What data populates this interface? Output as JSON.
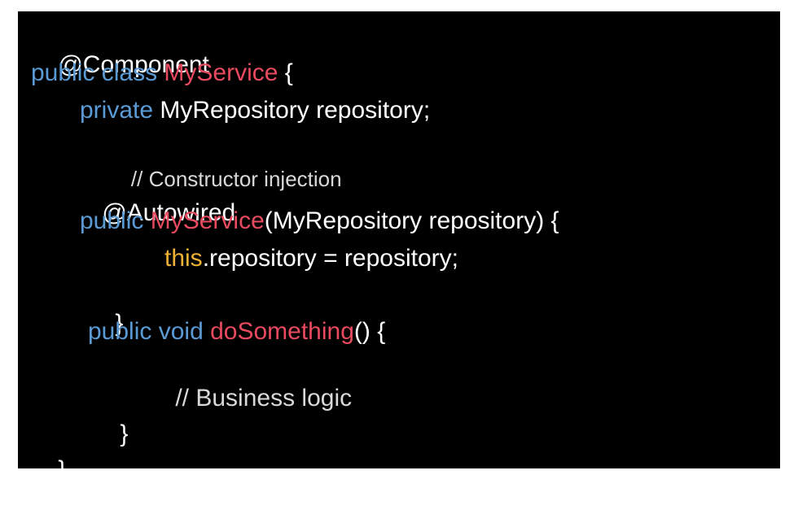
{
  "code": {
    "line1": {
      "annotation": "@Component"
    },
    "line2": {
      "kw": "public class",
      "name": "MyService",
      "rest": "{"
    },
    "line3": {
      "kw": "private",
      "rest": "MyRepository repository;"
    },
    "line4": {
      "comment": "// Constructor injection"
    },
    "line5": {
      "annotation": "@Autowired"
    },
    "line6": {
      "kw": "public",
      "name": "MyService",
      "rest": "(MyRepository repository) {"
    },
    "line7": {
      "this_kw": "this",
      "rest": ".repository = repository;"
    },
    "line8": {
      "rest": "}"
    },
    "line9": {
      "kw": "public void",
      "name": "doSomething",
      "rest": "() {"
    },
    "line10": {
      "comment": "// Business logic"
    },
    "line11": {
      "rest": "}"
    },
    "line12": {
      "rest": "}"
    }
  },
  "colors": {
    "background": "#000000",
    "keyword": "#5b9bd5",
    "identifier": "#e84a5f",
    "this": "#f0b233",
    "text": "#ffffff",
    "comment": "#d9d9d9"
  }
}
